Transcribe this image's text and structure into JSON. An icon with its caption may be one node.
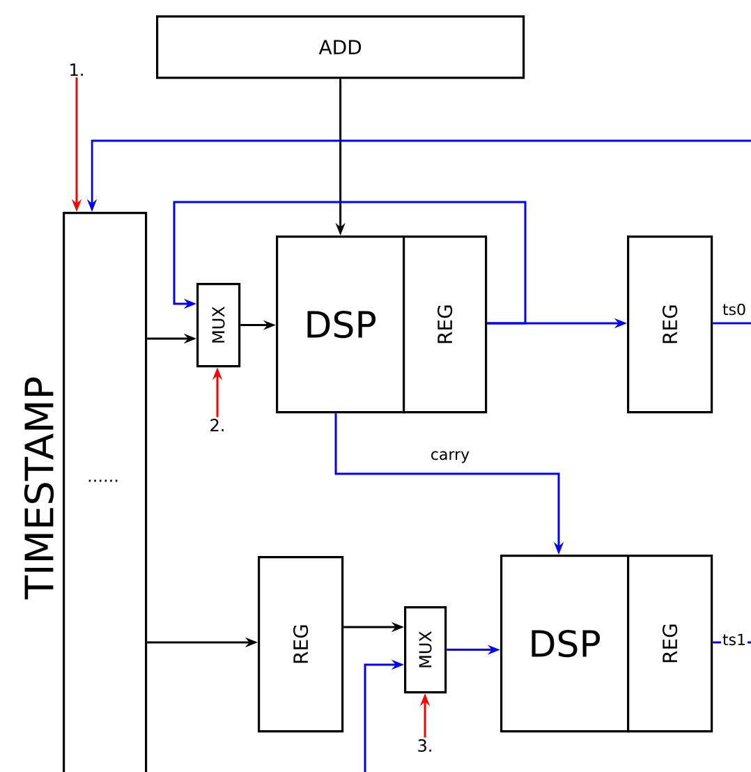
{
  "diagram": {
    "nodes": [
      {
        "text": [
          "ADD"
        ]
      },
      {
        "text": [
          "TIMESTAMP",
          "......"
        ]
      },
      {
        "text": [
          "MUX"
        ]
      },
      {
        "text": [
          "DSP"
        ]
      },
      {
        "text": [
          "REG"
        ]
      },
      {
        "text": [
          "REG"
        ]
      },
      {
        "text": [
          "REG"
        ]
      },
      {
        "text": [
          "MUX"
        ]
      },
      {
        "text": [
          "DSP"
        ]
      },
      {
        "text": [
          "REG"
        ]
      },
      {
        "text": [
          "1."
        ]
      },
      {
        "text": [
          "2."
        ]
      },
      {
        "text": [
          "3."
        ]
      }
    ],
    "edges": [
      {
        "from": 0,
        "to": 3,
        "arrow": "to",
        "color": "#000000"
      },
      {
        "from": 10,
        "to": 1,
        "arrow": "to",
        "color": "#ff0000"
      },
      {
        "from": null,
        "to": 1,
        "arrow": "to"
      },
      {
        "from": 1,
        "to": 2,
        "arrow": "to",
        "color": "#000000"
      },
      {
        "from": 2,
        "to": 3,
        "arrow": "to",
        "color": "#000000"
      },
      {
        "from": 11,
        "to": 2,
        "arrow": "to",
        "color": "#ff0000"
      },
      {
        "from": 4,
        "to": 5,
        "arrow": "to"
      },
      {
        "from": 4,
        "to": 2,
        "arrow": "to"
      },
      {
        "from": 5,
        "to": null,
        "arrow": "none",
        "label": "ts0"
      },
      {
        "from": 3,
        "to": 8,
        "arrow": "to",
        "label": "carry"
      },
      {
        "from": 1,
        "to": 6,
        "arrow": "to",
        "color": "#000000"
      },
      {
        "from": 6,
        "to": 7,
        "arrow": "to",
        "color": "#000000"
      },
      {
        "from": null,
        "to": 7,
        "arrow": "to"
      },
      {
        "from": 7,
        "to": 8,
        "arrow": "to"
      },
      {
        "from": 12,
        "to": 7,
        "arrow": "to",
        "color": "#ff0000"
      },
      {
        "from": 9,
        "to": null,
        "arrow": "none",
        "label": "ts1"
      }
    ]
  }
}
